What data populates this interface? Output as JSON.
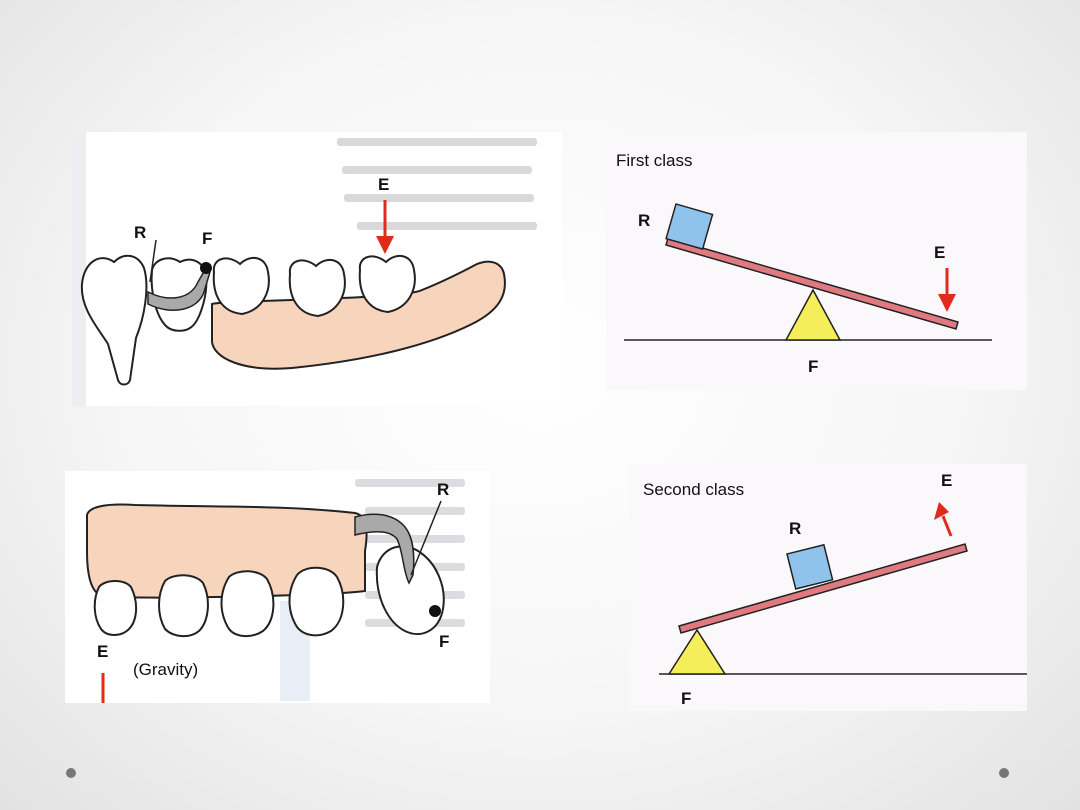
{
  "panel_denture_class_one": {
    "label_r": "R",
    "label_f": "F",
    "label_e": "E"
  },
  "panel_first_class": {
    "title": "First class",
    "label_r": "R",
    "label_e": "E",
    "label_f": "F"
  },
  "panel_denture_class_two": {
    "label_r": "R",
    "label_f": "F",
    "label_e": "E",
    "gravity_note": "(Gravity)"
  },
  "panel_second_class": {
    "title": "Second class",
    "label_r": "R",
    "label_e": "E",
    "label_f": "F"
  },
  "colors": {
    "resistance_block": "#8fc3ec",
    "fulcrum": "#f3ee5a",
    "lever_bar": "#e07a80",
    "effort_arrow": "#e02a1c",
    "denture_base": "#f7d4bc",
    "clasp": "#a9a9a9",
    "ground_line": "#222222"
  }
}
